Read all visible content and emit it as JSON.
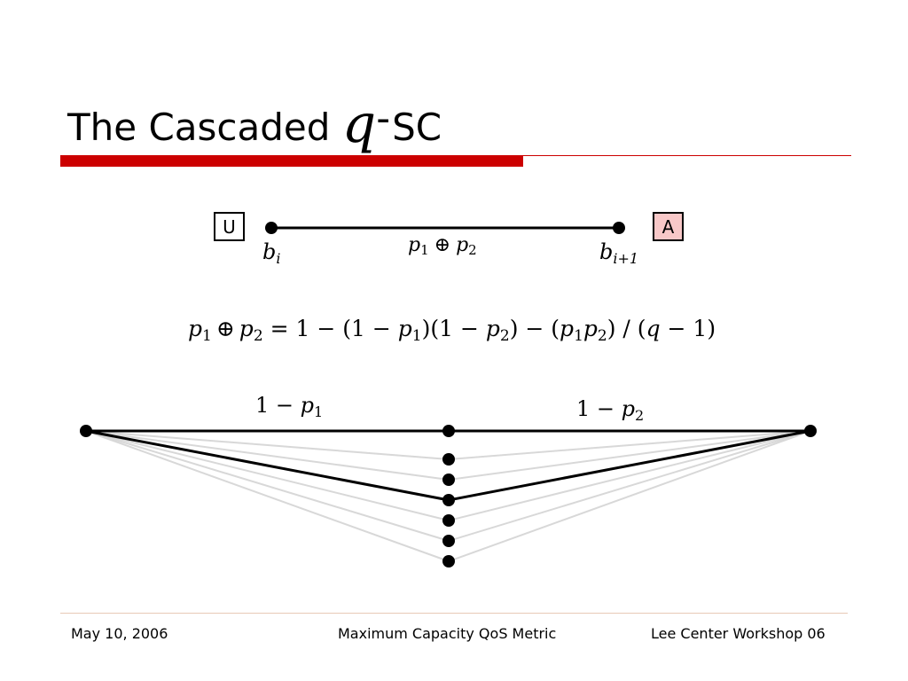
{
  "slide": {
    "title_prefix": "The Cascaded",
    "title_var": "q",
    "title_dash": "-",
    "title_suffix": "SC"
  },
  "channel": {
    "left_box": "U",
    "right_box": "A",
    "left_box_fill": "#ffffff",
    "right_box_fill": "#f8c8c8",
    "left_node": {
      "base": "b",
      "sub": "i"
    },
    "right_node": {
      "base": "b",
      "sub": "i+1"
    },
    "link": {
      "p1": "p",
      "s1": "1",
      "op": "⊕",
      "p2": "p",
      "s2": "2"
    }
  },
  "formula": {
    "lhs_p": "p",
    "lhs_s1": "1",
    "op": "⊕",
    "lhs_p2": "p",
    "lhs_s2": "2",
    "eq": " = 1 − (1 − ",
    "p_a": "p",
    "s_a": "1",
    "mid1": ")(1 − ",
    "p_b": "p",
    "s_b": "2",
    "mid2": ") − (",
    "p_c": "p",
    "s_c": "1",
    "p_d": "p",
    "s_d": "2",
    "mid3": ") / (",
    "q": "q",
    "tail": " − 1)"
  },
  "cascade": {
    "left_label": {
      "prefix": "1 − ",
      "p": "p",
      "s": "1"
    },
    "right_label": {
      "prefix": "1 − ",
      "p": "p",
      "s": "2"
    },
    "edge_color": "#000000",
    "faint_color": "#d8d8d8"
  },
  "footer": {
    "date": "May 10, 2006",
    "center": "Maximum Capacity QoS Metric",
    "right": "Lee Center Workshop 06"
  },
  "colors": {
    "accent": "#cc0000",
    "footer_rule": "#e8c9b6"
  }
}
